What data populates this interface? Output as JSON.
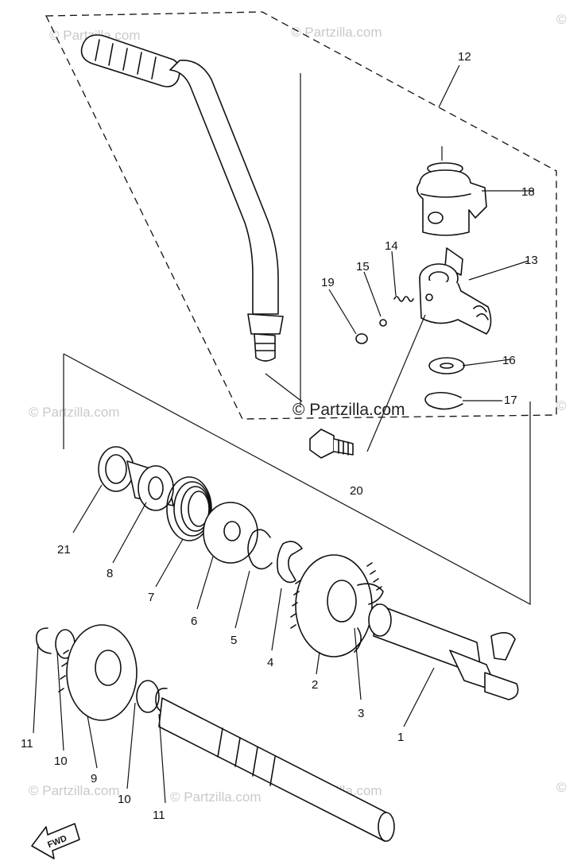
{
  "watermark": {
    "main": "© Partzilla.com",
    "tiles": [
      "© Partzilla.com",
      "© Partzilla.com",
      "© Partzilla.com",
      "© Partzilla.com",
      "© Partzilla.com",
      "© Partzilla.com",
      "©",
      "©",
      "©"
    ]
  },
  "fwd_label": "FWD",
  "callouts": [
    "1",
    "2",
    "3",
    "4",
    "5",
    "6",
    "7",
    "8",
    "9",
    "10",
    "10",
    "11",
    "11",
    "12",
    "13",
    "14",
    "15",
    "16",
    "17",
    "18",
    "19",
    "20",
    "21"
  ]
}
